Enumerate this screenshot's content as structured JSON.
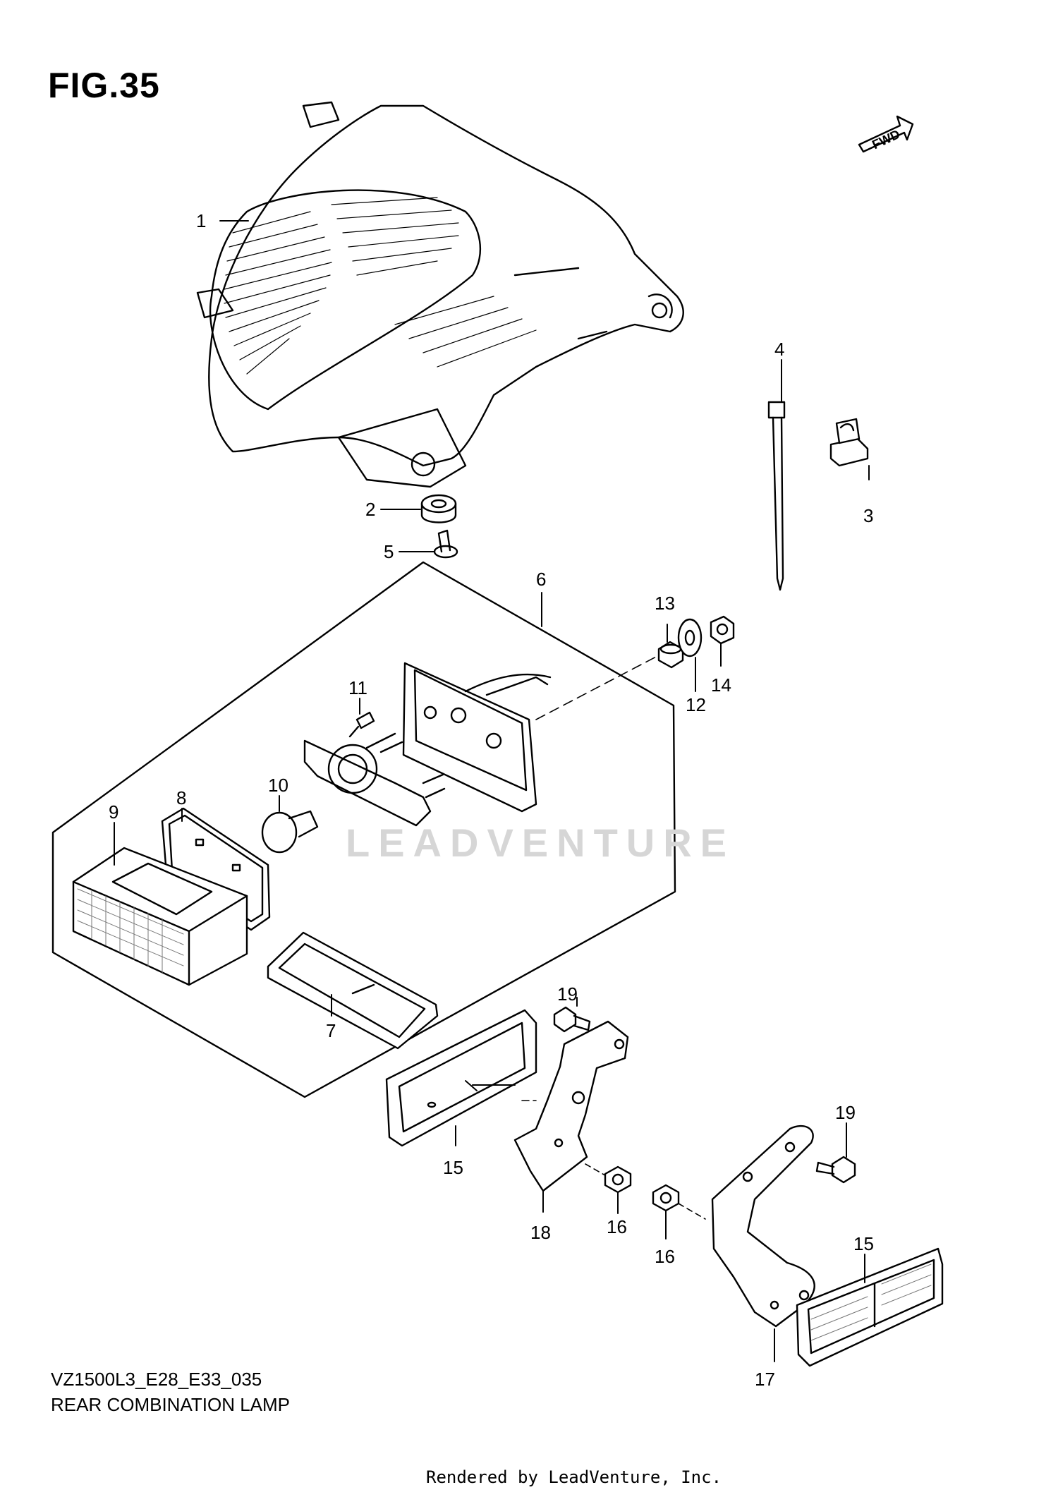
{
  "figure": {
    "title": "FIG.35",
    "code": "VZ1500L3_E28_E33_035",
    "name": "REAR COMBINATION LAMP",
    "direction_badge": "FWD",
    "watermark": "LEADVENTURE",
    "rendered_by": "Rendered by LeadVenture, Inc."
  },
  "callouts": {
    "c1": "1",
    "c2": "2",
    "c3": "3",
    "c4": "4",
    "c5": "5",
    "c6": "6",
    "c7": "7",
    "c8": "8",
    "c9": "9",
    "c10": "10",
    "c11": "11",
    "c12": "12",
    "c13": "13",
    "c14": "14",
    "c15a": "15",
    "c15b": "15",
    "c16a": "16",
    "c16b": "16",
    "c17": "17",
    "c18": "18",
    "c19a": "19",
    "c19b": "19"
  },
  "colors": {
    "line": "#000000",
    "watermark": "#d6d6d6",
    "background": "#ffffff"
  }
}
